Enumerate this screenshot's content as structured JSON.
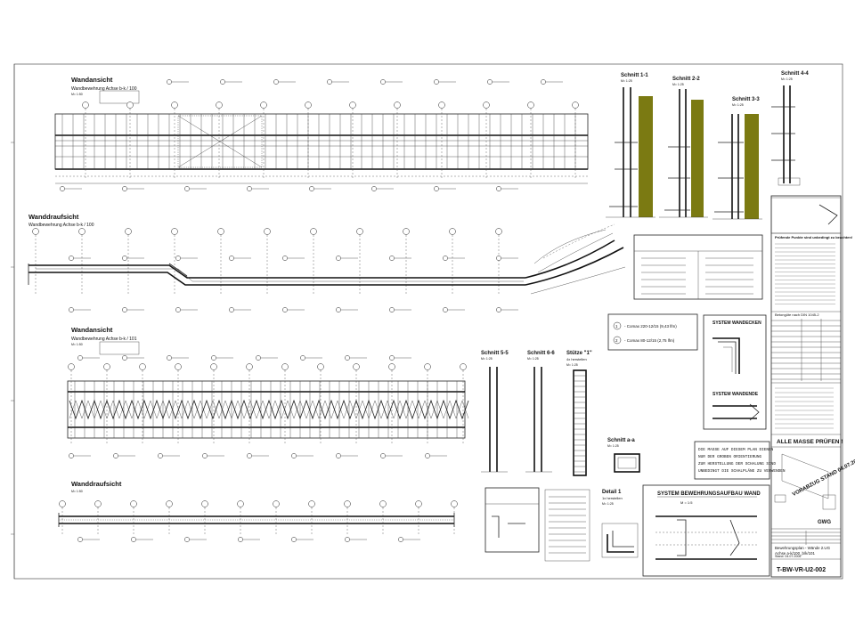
{
  "views": {
    "wandansicht_1": {
      "title": "Wandansicht",
      "subtitle": "Wandbewehrung Achse b-k / 100",
      "scale": "M= 1:50"
    },
    "wanddraufsicht_1": {
      "title": "Wanddraufsicht",
      "subtitle": "Wandbewehrung Achse b-k / 100"
    },
    "wandansicht_2": {
      "title": "Wandansicht",
      "subtitle": "Wandbewehrung Achse b-k / 101",
      "scale": "M= 1:50"
    },
    "wanddraufsicht_2": {
      "title": "Wanddraufsicht",
      "scale": "M= 1:50"
    }
  },
  "sections": {
    "s11": {
      "title": "Schnitt 1-1",
      "scale": "M= 1:25"
    },
    "s22": {
      "title": "Schnitt 2-2",
      "scale": "M= 1:25"
    },
    "s33": {
      "title": "Schnitt 3-3",
      "scale": "M= 1:25"
    },
    "s44": {
      "title": "Schnitt 4-4",
      "scale": "M= 1:25"
    },
    "s55": {
      "title": "Schnitt 5-5",
      "scale": "M= 1:25"
    },
    "s66": {
      "title": "Schnitt 6-6",
      "scale": "M= 1:25"
    },
    "stuetze": {
      "title": "Stütze \"1\"",
      "sub": "4x herstellen",
      "scale": "M= 1:25"
    },
    "saa": {
      "title": "Schnitt a-a",
      "scale": "M= 1:25"
    },
    "detail1": {
      "title": "Detail 1",
      "sub": "1x herstellen",
      "scale": "M= 1:25"
    }
  },
  "legend": {
    "coax1": "- Comax  220-12/15  (9,43 lfm)",
    "coax2": "- Comax  80-12/15  (2,75 lfm)",
    "n1": "1",
    "n2": "2"
  },
  "system_boxes": {
    "wandecken": "SYSTEM WANDECKEN",
    "wandende": "SYSTEM WANDENDE",
    "aufbau": "SYSTEM BEWEHRUNGSAUFBAU WAND",
    "aufbau_scale": "M = 1:5"
  },
  "note": {
    "l1": "DIE MASSE AUF DIESEM PLAN DIENEN",
    "l2": "NUR DER GROBEN ORIENTIERUNG",
    "l3": "ZUR HERSTELLUNG DER SCHALUNG SIND",
    "l4": "UNBEDINGT DIE SCHALPLÄNE ZU VERWENDEN"
  },
  "titleblock": {
    "alle_masse": "ALLE MASSE PRÜFEN !",
    "stamp": "VORABZUG STAND 04.07.2006",
    "project_line1": "Bewehrungsplan - Wände 2.UG",
    "project_line2": "Achse a-k/100_b/k/101",
    "plan_no": "T-BW-VR-U2-002",
    "company": "GWG",
    "beton_label": "Betongüte nach DIN 1045-2",
    "pruefung": "Prüfende Punkte sind unbedingt zu beachten!",
    "stand": "Stand: 04.07.2006"
  }
}
